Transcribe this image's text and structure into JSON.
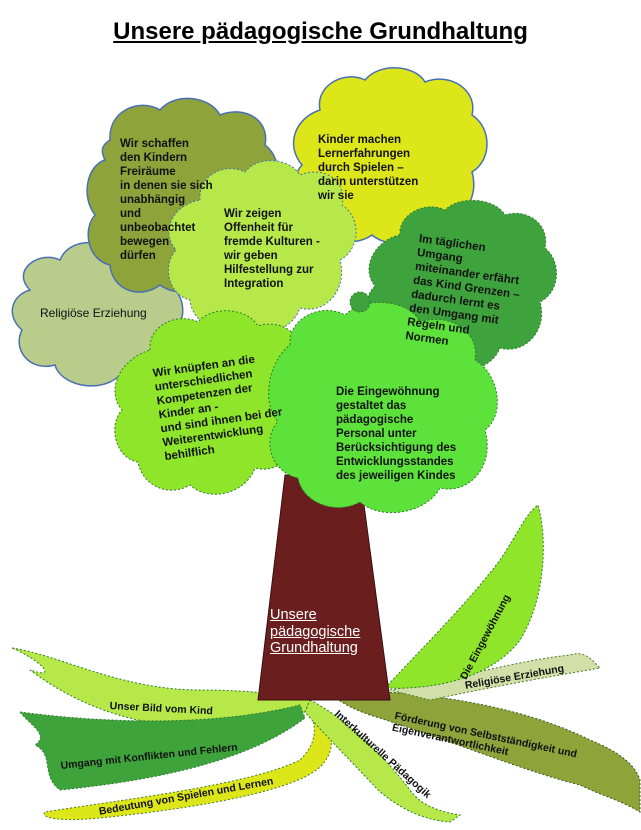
{
  "title": "Unsere pädagogische Grundhaltung",
  "colors": {
    "trunk": "#6b1e1e",
    "olive": "#8ea33a",
    "yellow": "#dde619",
    "sage": "#b9cc8c",
    "light_green": "#b6e84a",
    "lime": "#8ee52a",
    "bright_green": "#5ce23a",
    "dark_green": "#3ea33c",
    "outline": "#4a6fb5"
  },
  "crown": {
    "freiraeume": "Wir schaffen\nden Kindern\nFreiräume\nin denen sie sich\nunabhängig\nund\nunbeobachtet\nbewegen\ndürfen",
    "spielen": "Kinder machen\nLernerfahrungen\ndurch Spielen –\ndarin unterstützen\nwir sie",
    "kulturen": "Wir zeigen\nOffenheit für\nfremde Kulturen -\nwir geben\nHilfestellung zur\nIntegration",
    "grenzen": "Im täglichen\nUmgang\nmiteinander erfährt\ndas Kind Grenzen –\ndadurch lernt es\nden Umgang mit\nRegeln und\nNormen",
    "religioes": "Religiöse Erziehung",
    "kompetenzen": "Wir knüpfen an die\nunterschiedlichen\nKompetenzen der\nKinder an   -\nund sind ihnen bei der\nWeiterentwicklung\nbehilflich",
    "eingewoehnung": "Die Eingewöhnung\ngestaltet das\npädagogische\nPersonal unter\nBerücksichtigung des\nEntwicklungsstandes\ndes jeweiligen Kindes"
  },
  "trunk_label": "Unsere\npädagogische\nGrundhaltung",
  "roots": {
    "bild_vom_kind": "Unser Bild vom Kind",
    "konflikte": "Umgang mit Konflikten und Fehlern",
    "spielen_lernen": "Bedeutung von Spielen und Lernen",
    "interkulturell": "Interkulturelle Pädagogik",
    "selbststaendigkeit": "Förderung von Selbstständigkeit und\nEigenverantwortlichkeit",
    "religioes": "Religiöse Erziehung",
    "eingewoehnung": "Die Eingewöhnung"
  }
}
